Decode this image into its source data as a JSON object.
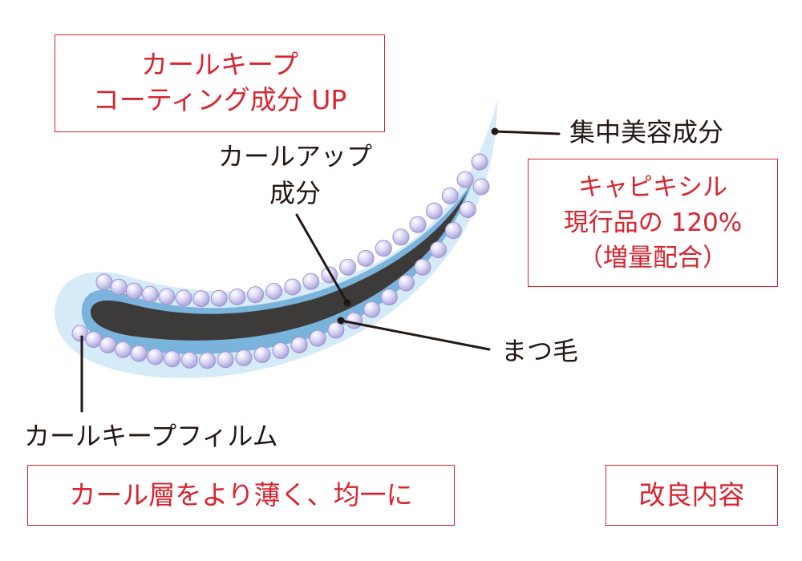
{
  "boxes": {
    "top_left": {
      "line1": "カールキープ",
      "line2": "コーティング成分 UP"
    },
    "right": {
      "line1": "キャピキシル",
      "line2": "現行品の 120%",
      "line3": "（増量配合）"
    },
    "bottom_left": {
      "text": "カール層をより薄く、均一に"
    },
    "bottom_right": {
      "text": "改良内容"
    }
  },
  "labels": {
    "curl_up": {
      "line1": "カールアップ",
      "line2": "成分"
    },
    "beauty": "集中美容成分",
    "lash": "まつ毛",
    "film": "カールキープフィルム"
  },
  "colors": {
    "accent_red": "#d9242f",
    "lash": "#3d3a3a",
    "film_blue": "#7ab4dc",
    "outer_blue": "#d6ebf8",
    "bead": "#c9c3ec"
  }
}
